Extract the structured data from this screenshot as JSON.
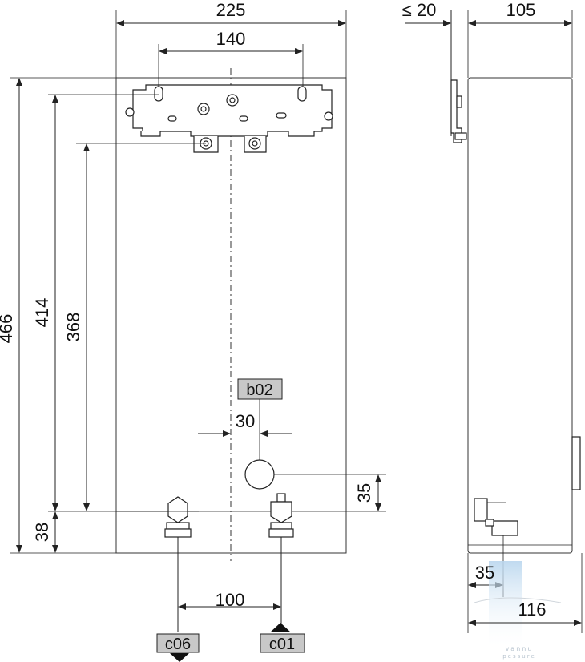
{
  "front_view": {
    "width_label": "225",
    "bracket_spacing_label": "140",
    "height_total_label": "466",
    "height_414_label": "414",
    "height_368_label": "368",
    "bottom_offset_label": "38",
    "center_offset_label": "30",
    "hole_height_label": "35",
    "pipe_spacing_label": "100",
    "tag_b02": "b02",
    "tag_c06": "c06",
    "tag_c01": "c01"
  },
  "side_view": {
    "wall_gap_label": "≤ 20",
    "depth_label": "105",
    "pipe_offset_label": "35",
    "total_depth_label": "116"
  },
  "watermark": {
    "text": "vannu\npessure"
  },
  "colors": {
    "line": "#222222",
    "tag_fill": "#c8c8c8",
    "watermark_blue": "#c9dff0"
  }
}
